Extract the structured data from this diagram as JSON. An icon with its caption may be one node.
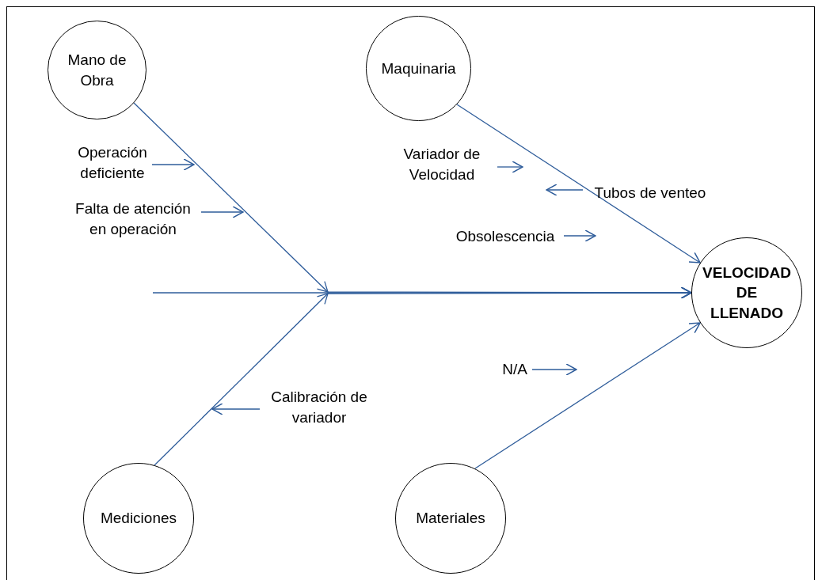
{
  "diagram": {
    "nodes": [
      {
        "text": [
          "Mano de Obra"
        ]
      },
      {
        "text": [
          "Maquinaria"
        ]
      },
      {
        "text": [
          "Operación deficiente"
        ]
      },
      {
        "text": [
          "Variador de Velocidad"
        ]
      },
      {
        "text": [
          "Tubos de venteo"
        ]
      },
      {
        "text": [
          "Falta de atención en operación"
        ]
      },
      {
        "text": [
          "Obsolescencia"
        ]
      },
      {
        "text": [
          "VELOCIDAD DE LLENADO"
        ]
      },
      {
        "text": [
          "N/A"
        ]
      },
      {
        "text": [
          "Calibración de variador"
        ]
      },
      {
        "text": [
          "Mediciones"
        ]
      },
      {
        "text": [
          "Materiales"
        ]
      }
    ],
    "edges": [
      {
        "from": 0,
        "to": 7,
        "arrow": "to"
      },
      {
        "from": 1,
        "to": 7,
        "arrow": "to"
      },
      {
        "from": 10,
        "to": 7,
        "arrow": "to"
      },
      {
        "from": 11,
        "to": 7,
        "arrow": "to"
      },
      {
        "from": null,
        "to": 7,
        "arrow": "to"
      },
      {
        "from": 2,
        "to": null,
        "arrow": "to"
      },
      {
        "from": 3,
        "to": null,
        "arrow": "to"
      },
      {
        "from": 4,
        "to": null,
        "arrow": "to"
      },
      {
        "from": 5,
        "to": null,
        "arrow": "to"
      },
      {
        "from": 6,
        "to": null,
        "arrow": "to"
      },
      {
        "from": 8,
        "to": null,
        "arrow": "to"
      },
      {
        "from": 9,
        "to": null,
        "arrow": "to"
      }
    ]
  }
}
